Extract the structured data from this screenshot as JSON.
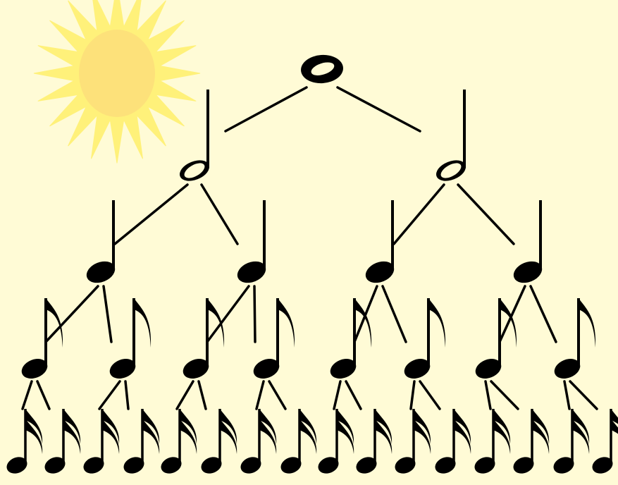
{
  "figure": {
    "background_color": "#fffbd6",
    "note_color": "#000000",
    "line_color": "#000000",
    "sun": {
      "icon": "sun-icon",
      "core_color": "#fde17a",
      "ray_color": "#fff17a"
    },
    "tree": [
      {
        "level": 1,
        "note_value": "whole",
        "icon": "whole-note-icon",
        "count": 1
      },
      {
        "level": 2,
        "note_value": "half",
        "icon": "half-note-icon",
        "count": 2
      },
      {
        "level": 3,
        "note_value": "quarter",
        "icon": "quarter-note-icon",
        "count": 4
      },
      {
        "level": 4,
        "note_value": "eighth",
        "icon": "eighth-note-icon",
        "count": 8
      },
      {
        "level": 5,
        "note_value": "sixteenth",
        "icon": "sixteenth-note-icon",
        "count": 16
      }
    ]
  }
}
